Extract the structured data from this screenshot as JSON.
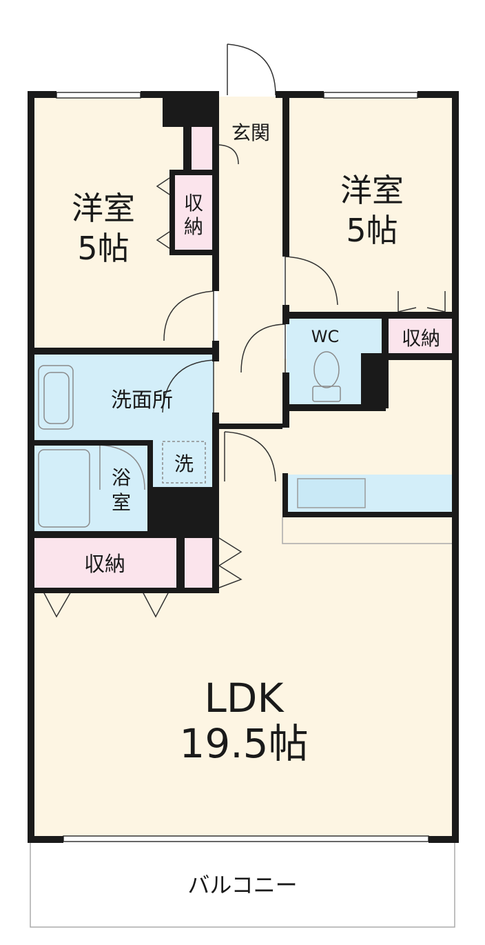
{
  "colors": {
    "room": "#fdf5e3",
    "water": "#d3eef9",
    "storage": "#fbe4ec",
    "wall": "#1a1a1a",
    "background": "#ffffff"
  },
  "rooms": {
    "western_left": {
      "name": "洋室",
      "size": "5帖"
    },
    "western_right": {
      "name": "洋室",
      "size": "5帖"
    },
    "ldk": {
      "name": "LDK",
      "size": "19.5帖"
    },
    "entrance": "玄関",
    "wc": "WC",
    "washroom": "洗面所",
    "bath_line1": "浴",
    "bath_line2": "室",
    "washer": "洗",
    "balcony": "バルコニー"
  },
  "storage": {
    "left_closet_line1": "収",
    "left_closet_line2": "納",
    "right_closet": "収納",
    "ldk_closet": "収納"
  }
}
